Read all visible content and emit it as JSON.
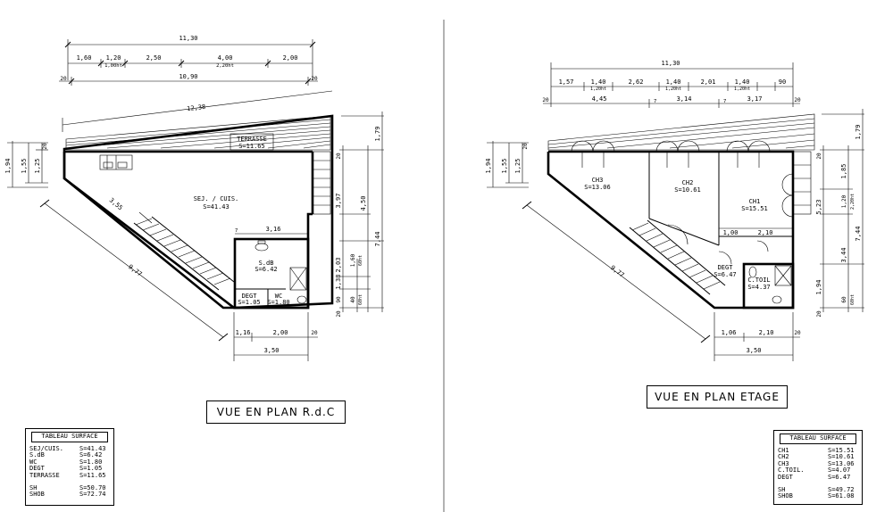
{
  "left": {
    "title": "VUE EN PLAN R.d.C",
    "dims_top": {
      "total": "11,30",
      "parts": [
        "1,60",
        "1,20",
        "2,50",
        "4,00",
        "2,00"
      ],
      "sub1": "1,00ht",
      "sub2": "2,20ht",
      "inner": "10,90",
      "end_l": "20",
      "end_r": "20"
    },
    "dims_diag": {
      "top": "12,38",
      "diag": "9,77",
      "stair": "3,55"
    },
    "dims_left": {
      "a": "1,94",
      "b": "1,55",
      "c": "1,25",
      "d": "20"
    },
    "dims_right": {
      "a": "1,79",
      "b": "3,97",
      "c": "4,50",
      "d": "7,44",
      "e": "2,03",
      "f": "1,60",
      "f2": "60ht",
      "g": "1,38",
      "h": "90",
      "i": "40",
      "j": "60ht",
      "k": "20",
      "l": "20"
    },
    "dims_bottom": {
      "a": "1,16",
      "b": "2,00",
      "c": "20",
      "total": "3,50"
    },
    "dim_inner": "3,16",
    "rooms": {
      "terrasse": "TERRASSE",
      "terrasse_s": "S=11.65",
      "sej": "SEJ. / CUIS.",
      "sej_s": "S=41.43",
      "sdb": "S.dB",
      "sdb_s": "S=6.42",
      "degt": "DEGT",
      "degt_s": "S=1.05",
      "wc": "WC",
      "wc_s": "S=1.80"
    },
    "table": {
      "header": "TABLEAU SURFACE",
      "rows": [
        [
          "SEJ/CUIS.",
          "S=41.43"
        ],
        [
          "S.dB",
          "S=6.42"
        ],
        [
          "WC",
          "S=1.80"
        ],
        [
          "DEGT",
          "S=1.05"
        ],
        [
          "TERRASSE",
          "S=11.65"
        ]
      ],
      "totals": [
        [
          "SH",
          "S=50.70"
        ],
        [
          "SHOB",
          "S=72.74"
        ]
      ]
    }
  },
  "right": {
    "title": "VUE EN PLAN ETAGE",
    "dims_top": {
      "total": "11,30",
      "parts": [
        "1,57",
        "1,40",
        "2,62",
        "1,40",
        "2,01",
        "1,40",
        "90"
      ],
      "sub1": "1,20ht",
      "sub2": "1,20ht",
      "sub3": "1,20ht",
      "inner": [
        "4,45",
        "3,14",
        "3,17"
      ],
      "end_l": "20",
      "end_r": "20",
      "mid1": "7",
      "mid2": "7"
    },
    "dims_diag": {
      "diag": "9,77"
    },
    "dims_left": {
      "a": "1,94",
      "b": "1,55",
      "c": "1,25",
      "d": "20"
    },
    "dims_right": {
      "a": "1,79",
      "b": "1,85",
      "c": "1,20",
      "c2": "2,20ht",
      "d": "5,23",
      "e": "7,44",
      "f": "3,44",
      "g": "1,94",
      "h": "60",
      "h2": "60ht",
      "i": "20",
      "j": "20"
    },
    "dims_bottom": {
      "a": "1,06",
      "b": "2,10",
      "c": "20",
      "total": "3,50"
    },
    "dim_inner": {
      "a": "1,00",
      "b": "2,10"
    },
    "rooms": {
      "ch3": "CH3",
      "ch3_s": "S=13.06",
      "ch2": "CH2",
      "ch2_s": "S=10.61",
      "ch1": "CH1",
      "ch1_s": "S=15.51",
      "degt": "DEGT",
      "degt_s": "S=6.47",
      "ctoil": "C.TOIL",
      "ctoil_s": "S=4.37"
    },
    "table": {
      "header": "TABLEAU SURFACE",
      "rows": [
        [
          "CH1",
          "S=15.51"
        ],
        [
          "CH2",
          "S=10.61"
        ],
        [
          "CH3",
          "S=13.06"
        ],
        [
          "C.TOIL.",
          "S=4.07"
        ],
        [
          "DEGT",
          "S=6.47"
        ]
      ],
      "totals": [
        [
          "SH",
          "S=49.72"
        ],
        [
          "SHOB",
          "S=61.08"
        ]
      ]
    }
  }
}
